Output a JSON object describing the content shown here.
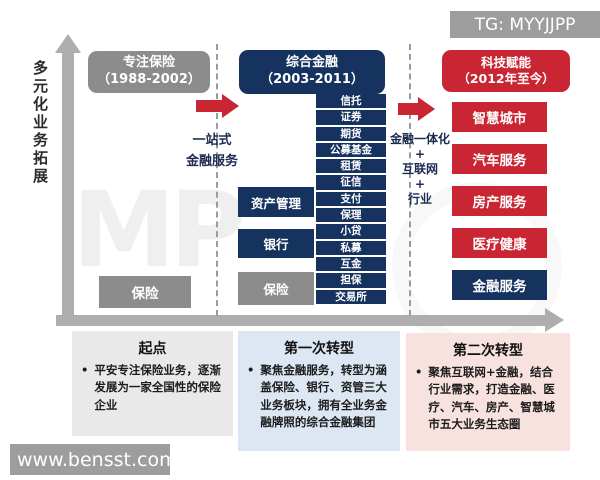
{
  "watermarks": {
    "tg": "TG: MYYJJPP",
    "site": "www.bensst.com",
    "mp": "MP"
  },
  "colors": {
    "navy": "#16325f",
    "red": "#c92532",
    "gray_box": "#8c8c8c",
    "axis_gray": "#aeaeae",
    "panel_gray": "#e9e9e9",
    "panel_blue": "#dde7f4",
    "panel_pink": "#f8e2e0"
  },
  "y_axis": {
    "label": "多元化业务拓展"
  },
  "stage1": {
    "title": "专注保险",
    "period": "（1988-2002）",
    "box": "保险"
  },
  "transition1": {
    "line1": "一站式",
    "line2": "金融服务"
  },
  "stage2": {
    "title": "综合金融",
    "period": "（2003-2011）",
    "pillars": [
      "资产管理",
      "银行",
      "保险"
    ],
    "licenses": [
      "信托",
      "证券",
      "期货",
      "公募基金",
      "租赁",
      "征信",
      "支付",
      "保理",
      "小贷",
      "私募",
      "互金",
      "担保",
      "交易所"
    ]
  },
  "transition2": {
    "lines": [
      "金融一体化",
      "+",
      "互联网",
      "+",
      "行业"
    ]
  },
  "stage3": {
    "title": "科技赋能",
    "period": "（2012年至今）",
    "ecosystems": [
      "智慧城市",
      "汽车服务",
      "房产服务",
      "医疗健康",
      "金融服务"
    ]
  },
  "timeline": [
    {
      "title": "起点",
      "bullet": "•",
      "text": "平安专注保险业务，逐渐发展为一家全国性的保险企业"
    },
    {
      "title": "第一次转型",
      "bullet": "•",
      "text": "聚焦金融服务，转型为涵盖保险、银行、资管三大业务板块，拥有全业务金融牌照的综合金融集团"
    },
    {
      "title": "第二次转型",
      "bullet": "•",
      "text": "聚焦互联网+金融，结合行业需求，打造金融、医疗、汽车、房产、智慧城市五大业务生态圈"
    }
  ]
}
